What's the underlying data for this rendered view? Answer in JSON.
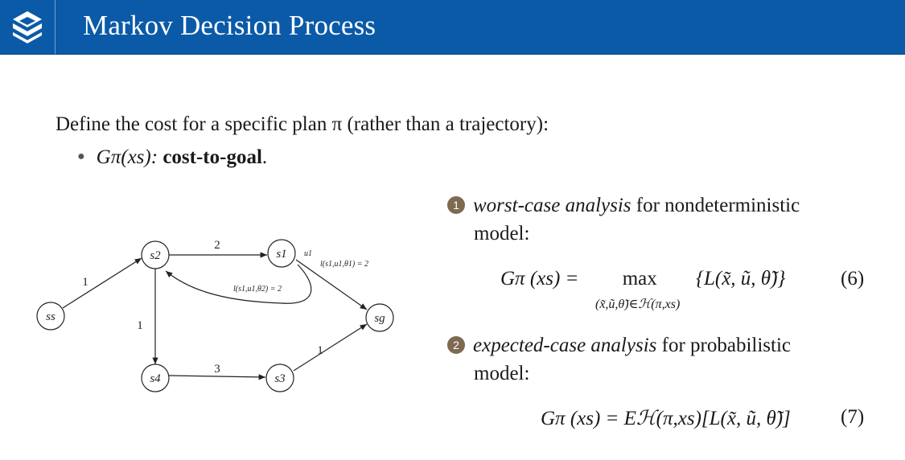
{
  "header": {
    "title": "Markov Decision Process",
    "logo_icon": "layered-s-logo-icon",
    "bg_color": "#0b5aa8"
  },
  "body": {
    "intro": "Define the cost for a specific plan π (rather than a trajectory):",
    "bullet_math": "Gπ(xs):",
    "bullet_bold": "cost-to-goal",
    "bullet_end": ".",
    "item1": {
      "number": "1",
      "italic": "worst-case analysis",
      "rest": " for nondeterministic",
      "line2": "model:"
    },
    "item2": {
      "number": "2",
      "italic": "expected-case analysis",
      "rest": " for probabilistic",
      "line2": "model:"
    },
    "eq6": {
      "lhs": "Gπ (xs) =",
      "op": "max",
      "sub": "(x̃,ũ,θ̃)∈ℋ(π,xs)",
      "rhs": "{L(x̃, ũ, θ̃)}",
      "label": "(6)"
    },
    "eq7": {
      "text": "Gπ (xs) = Eℋ(π,xs)[L(x̃, ũ, θ̃)]",
      "label": "(7)"
    }
  },
  "graph": {
    "nodes": [
      "ss",
      "s2",
      "s1",
      "sg",
      "s4",
      "s3"
    ],
    "edge_labels": {
      "ss_s2": "1",
      "s2_s1": "2",
      "s2_s4": "1",
      "s4_s3": "3",
      "s3_sg": "1",
      "s1_action": "u1",
      "s1_sg": "l(s1,u1,θ1) = 2",
      "s1_s2": "l(s1,u1,θ2) = 2"
    }
  }
}
